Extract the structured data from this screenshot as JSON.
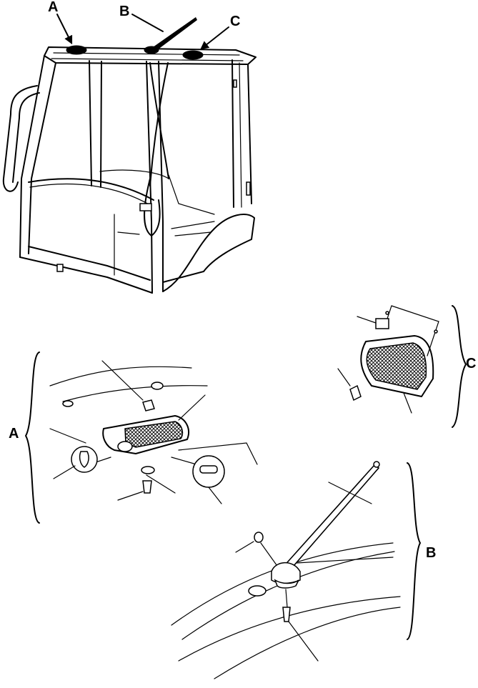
{
  "callouts": {
    "top_a": "A",
    "top_b": "B",
    "top_c": "C",
    "side_a": "A",
    "side_b": "B",
    "side_c": "C"
  }
}
